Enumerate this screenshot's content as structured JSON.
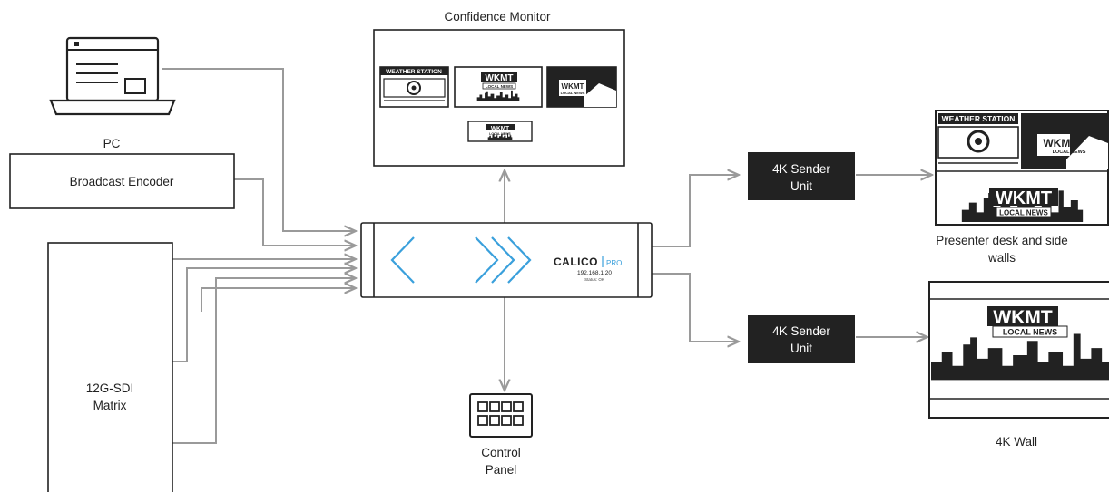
{
  "nodes": {
    "pc": {
      "label": "PC"
    },
    "encoder": {
      "label": "Broadcast Encoder"
    },
    "matrix": {
      "label_line1": "12G-SDI",
      "label_line2": "Matrix"
    },
    "monitor": {
      "label": "Confidence Monitor"
    },
    "calico": {
      "brand": "CALICO",
      "edition": "PRO",
      "ip": "192.168.1.20",
      "status": "Status: OK"
    },
    "sender1": {
      "line1": "4K Sender",
      "line2": "Unit"
    },
    "sender2": {
      "line1": "4K Sender",
      "line2": "Unit"
    },
    "control": {
      "line1": "Control",
      "line2": "Panel"
    },
    "presenter": {
      "line1": "Presenter desk and side",
      "line2": "walls"
    },
    "wall": {
      "label": "4K Wall"
    }
  },
  "thumbnails": {
    "weather": "WEATHER STATION",
    "station": "WKMT",
    "news": "LOCAL NEWS"
  },
  "colors": {
    "chevron": "#3aa0dc",
    "line": "#9a9a9a",
    "dark": "#222222"
  }
}
